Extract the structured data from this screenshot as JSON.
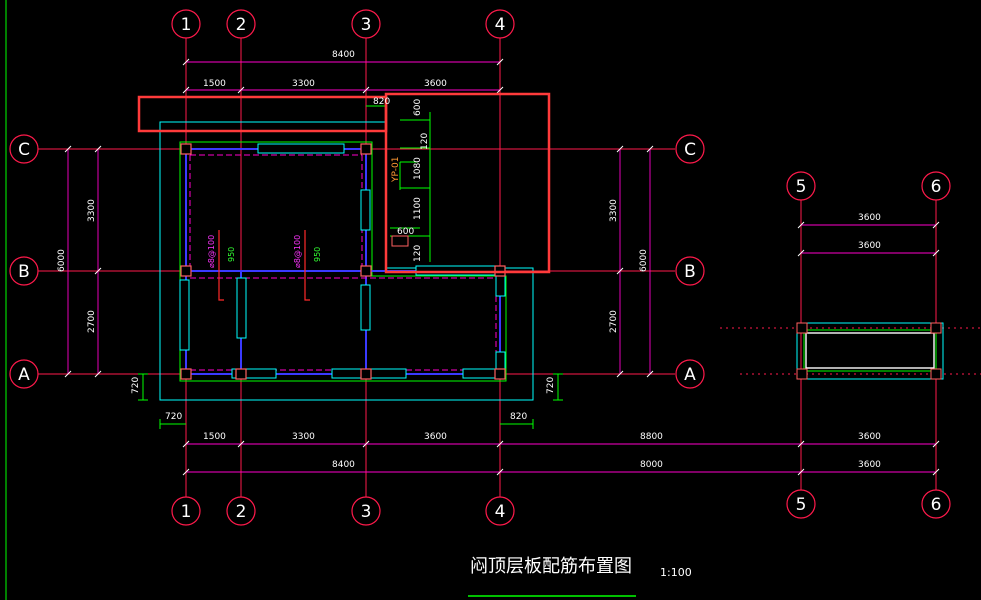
{
  "drawing": {
    "title": "闷顶层板配筋布置图",
    "scale": "1:100"
  },
  "axes": {
    "top": [
      "1",
      "2",
      "3",
      "4"
    ],
    "bottom": [
      "1",
      "2",
      "3",
      "4"
    ],
    "right_top": [
      "5",
      "6"
    ],
    "right_bottom": [
      "5",
      "6"
    ],
    "rows_left": [
      "C",
      "B",
      "A"
    ],
    "rows_right": [
      "C",
      "B",
      "A"
    ]
  },
  "dimensions": {
    "top_total": "8400",
    "top_1": "1500",
    "top_2": "3300",
    "top_3": "3600",
    "top_820": "820",
    "left_total": "6000",
    "left_3300": "3300",
    "left_2700": "2700",
    "right_total": "6000",
    "right_3300": "3300",
    "right_2700": "2700",
    "left_720_v": "720",
    "left_720_h": "720",
    "right_720_v": "720",
    "right_820_h": "820",
    "bottom_1": "1500",
    "bottom_2": "3300",
    "bottom_3": "3600",
    "bottom_total": "8400",
    "bottom_8800_a": "8800",
    "bottom_8000_b": "8000",
    "bottom_3600_a": "3600",
    "bottom_3600_b": "3600",
    "right_plan_3600_a": "3600",
    "right_plan_3600_b": "3600",
    "detail_600_v": "600",
    "detail_120_a": "120",
    "detail_1080": "1080",
    "detail_1100": "1100",
    "detail_600_h": "600",
    "detail_120_b": "120",
    "detail_yp": "YP-01"
  },
  "rebar": {
    "label_1": "⌀8@100",
    "label_1_len": "950",
    "label_2": "⌀8@100",
    "label_2_len": "950"
  },
  "colors": {
    "axis": "#ff1a4b",
    "wall_outline": "#00ffff",
    "beam": "#3333ff",
    "slab": "#00ff00",
    "highlight": "#ff3b3b",
    "dimension": "#ff00cc",
    "text": "#ffffff"
  }
}
